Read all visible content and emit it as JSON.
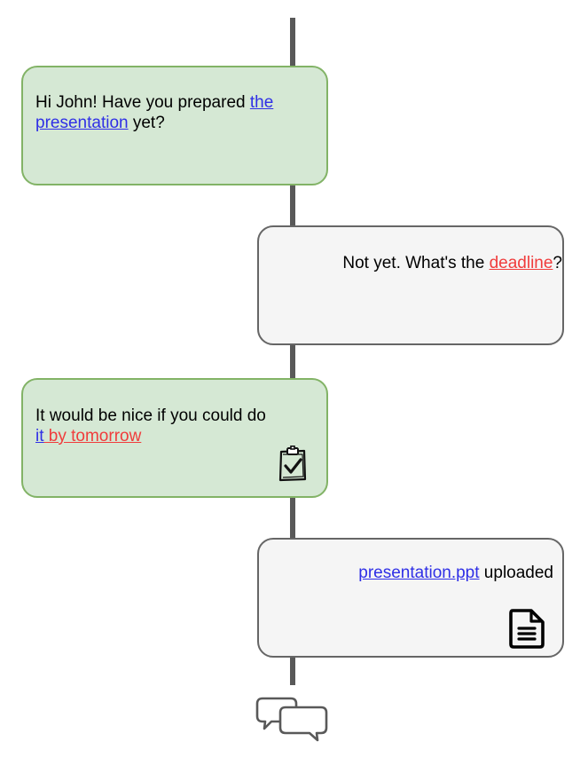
{
  "messages": [
    {
      "from": "left",
      "text_before": "Hi John! Have you prepared ",
      "link": "the presentation",
      "link_part1": "the",
      "link_part2": "presentation",
      "text_after": " yet?"
    },
    {
      "from": "right",
      "text_before": "Not yet. What's the ",
      "link": "deadline",
      "text_after": "?"
    },
    {
      "from": "left",
      "text_before": "It would be nice if you could do",
      "link_blue": "it",
      "link_red": " by tomorrow",
      "icon": "clipboard-check-icon"
    },
    {
      "from": "right",
      "link": "presentation.ppt",
      "text_after": " uploaded",
      "icon": "document-icon"
    }
  ],
  "colors": {
    "left_fill": "#d5e8d4",
    "left_border": "#82b366",
    "right_fill": "#f5f5f5",
    "right_border": "#666666",
    "timeline": "#595959",
    "reference_blue": "#2f2fe6",
    "reference_red": "#f03c3c"
  },
  "footer_icon": "chat-bubbles-icon"
}
